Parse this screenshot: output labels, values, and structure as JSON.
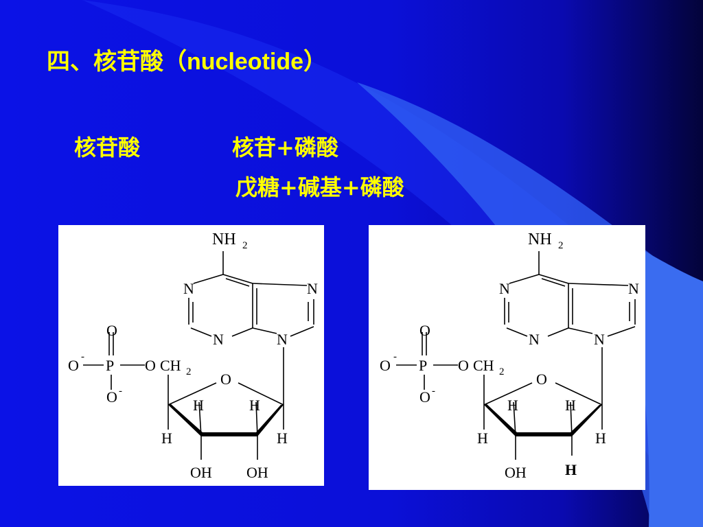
{
  "title": {
    "zh": "四、核苷酸（",
    "en": "nucleotide",
    "close": "）"
  },
  "lines": {
    "l1a": "核苷酸",
    "l1b": "核苷+磷酸",
    "l2": "戊糖+碱基+磷酸"
  },
  "colors": {
    "background": "#0b12e6",
    "text": "#ffff00",
    "accent": "#3a6cf0"
  },
  "structures": {
    "left": {
      "nh2": "NH",
      "nh2_sub": "2",
      "n1": "N",
      "n3": "N",
      "n7": "N",
      "n9": "N",
      "p": "P",
      "o_top": "O",
      "o_left": "O",
      "o_left_charge": "-",
      "o_bottom": "O",
      "o_bottom_charge": "-",
      "ester_o": "O",
      "ch2": "CH",
      "ch2_sub": "2",
      "ring_o": "O",
      "h_a": "H",
      "h_b": "H",
      "h_c": "H",
      "h_d": "H",
      "oh1": "OH",
      "oh2": "OH"
    },
    "right": {
      "nh2": "NH",
      "nh2_sub": "2",
      "n1": "N",
      "n3": "N",
      "n7": "N",
      "n9": "N",
      "p": "P",
      "o_top": "O",
      "o_left": "O",
      "o_left_charge": "-",
      "o_bottom": "O",
      "o_bottom_charge": "-",
      "ester_o": "O",
      "ch2": "CH",
      "ch2_sub": "2",
      "ring_o": "O",
      "h_a": "H",
      "h_b": "H",
      "h_c": "H",
      "h_d": "H",
      "oh1": "OH",
      "h_bold": "H"
    }
  }
}
